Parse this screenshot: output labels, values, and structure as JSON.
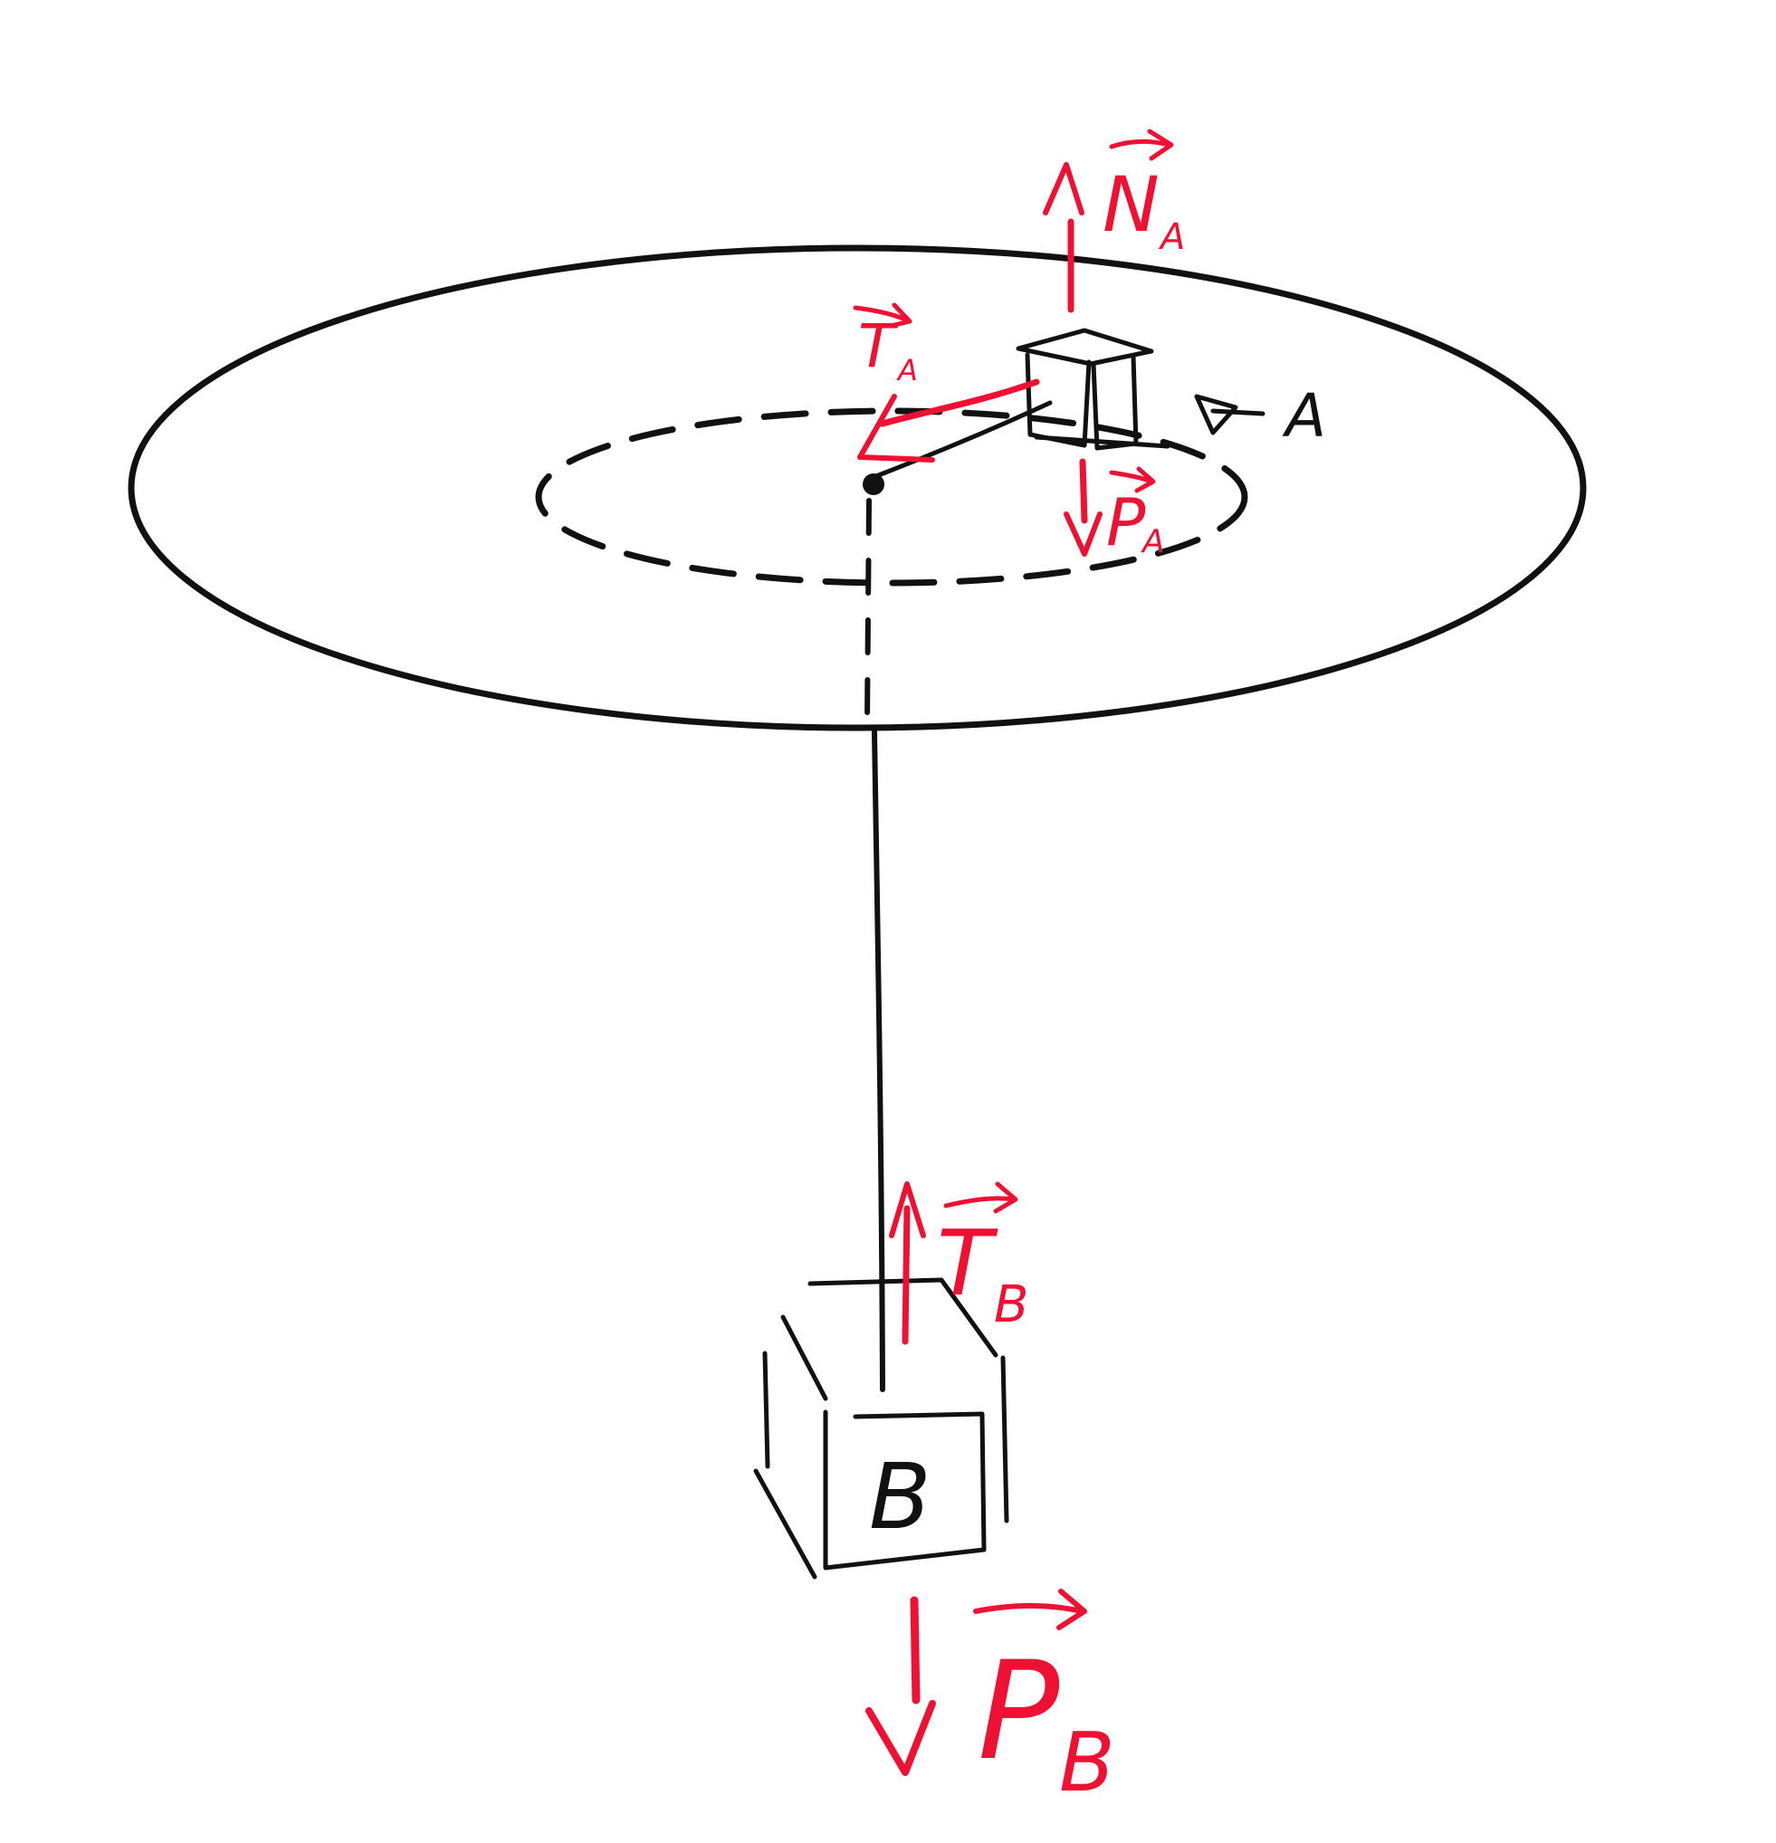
{
  "colors": {
    "ink": "#111111",
    "force": "#ee1133",
    "background": "#ffffff"
  },
  "labels": {
    "block_a_pointer": "A",
    "block_b": "B"
  },
  "forces": {
    "normal_a": {
      "symbol": "N",
      "subscript": "A"
    },
    "tension_a": {
      "symbol": "T",
      "subscript": "A"
    },
    "weight_a": {
      "symbol": "P",
      "subscript": "A"
    },
    "tension_b": {
      "symbol": "T",
      "subscript": "B"
    },
    "weight_b": {
      "symbol": "P",
      "subscript": "B"
    }
  }
}
